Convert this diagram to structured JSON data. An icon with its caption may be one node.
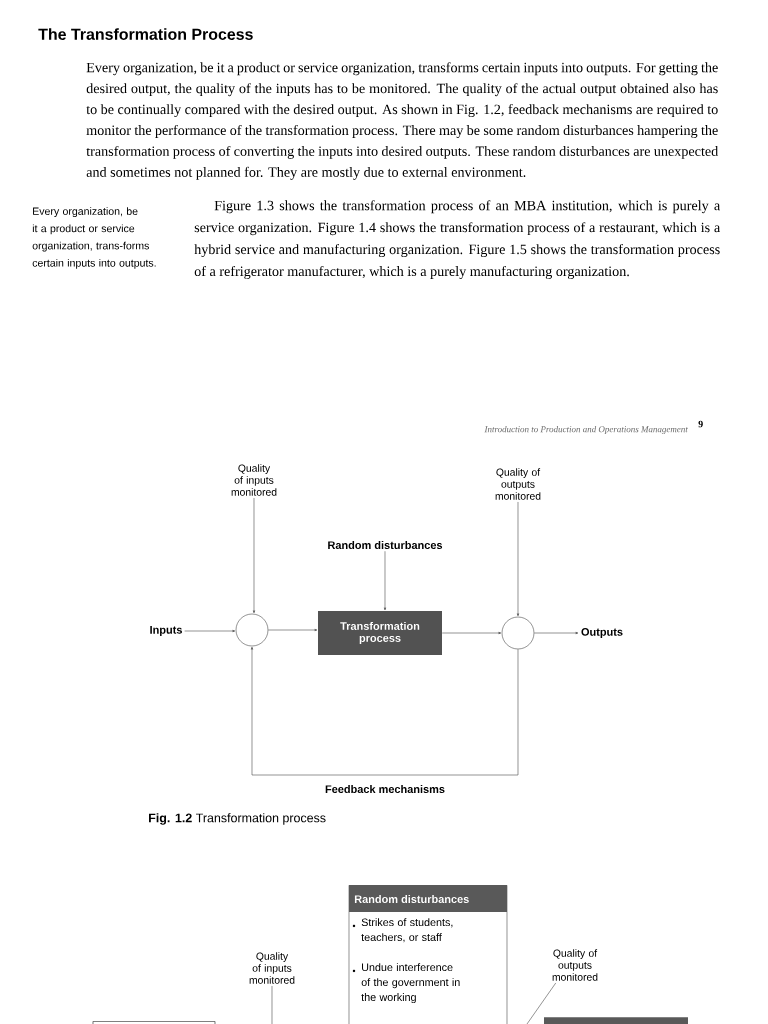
{
  "diagram": {
    "title": "The Transformation Process",
    "caption": "**Fig. 1.2** Transformation process",
    "nodes": [
      {
        "text": [
          "Quality of inputs monitored"
        ]
      },
      {
        "text": [
          "Quality of outputs monitored"
        ]
      },
      {
        "text": [
          "Random disturbances"
        ]
      },
      {
        "text": [
          "Inputs"
        ]
      },
      {
        "text": [],
        "shape": "circle"
      },
      {
        "text": [
          "Transformation process"
        ]
      },
      {
        "text": [],
        "shape": "circle"
      },
      {
        "text": [
          "Outputs"
        ]
      },
      {
        "text": [
          "Random disturbances",
          "Strikes of students, teachers, or staff",
          "Undue interference of the government in the working"
        ]
      },
      {
        "text": [
          "Quality of inputs monitored"
        ]
      },
      {
        "text": [
          "Quality of outputs monitored"
        ]
      },
      {
        "text": [],
        "shape": "box"
      },
      {
        "text": [],
        "shape": "box"
      }
    ],
    "edges": [
      {
        "from": 0,
        "to": 4,
        "arrow": "to"
      },
      {
        "from": 1,
        "to": 6,
        "arrow": "to"
      },
      {
        "from": 2,
        "to": 5,
        "arrow": "to"
      },
      {
        "from": 3,
        "to": 4,
        "arrow": "to"
      },
      {
        "from": 4,
        "to": 5,
        "arrow": "to"
      },
      {
        "from": 5,
        "to": 6,
        "arrow": "to"
      },
      {
        "from": 6,
        "to": 7,
        "arrow": "to"
      },
      {
        "from": 6,
        "to": 4,
        "arrow": "to",
        "label": "Feedback mechanisms"
      },
      {
        "from": 9,
        "to": null,
        "arrow": "none"
      },
      {
        "from": 10,
        "to": 12,
        "arrow": "none"
      }
    ],
    "labels": [
      "Every organization, be it a product or service organization, transforms certain inputs into outputs. For getting the desired output, the quality of the inputs has to be monitored. The quality of the actual output obtained also has to be continually compared with the desired output. As shown in Fig. 1.2, feedback mechanisms are required to monitor the performance of the transformation process. There may be some random disturbances hampering the transformation process of converting the inputs into desired outputs. These random disturbances are unexpected and sometimes not planned for. They are mostly due to external environment.",
      "Every organization, be it a product or service organization, trans-forms certain inputs into outputs.",
      "Figure 1.3 shows the transformation process of an MBA institution, which is purely a service organization. Figure 1.4 shows the transformation process of a restaurant, which is a hybrid service and manufacturing organization. Figure 1.5 shows the transformation process of a refrigerator manufacturer, which is a purely manufacturing organization.",
      "Introduction to Production and Operations Management",
      "9"
    ]
  }
}
